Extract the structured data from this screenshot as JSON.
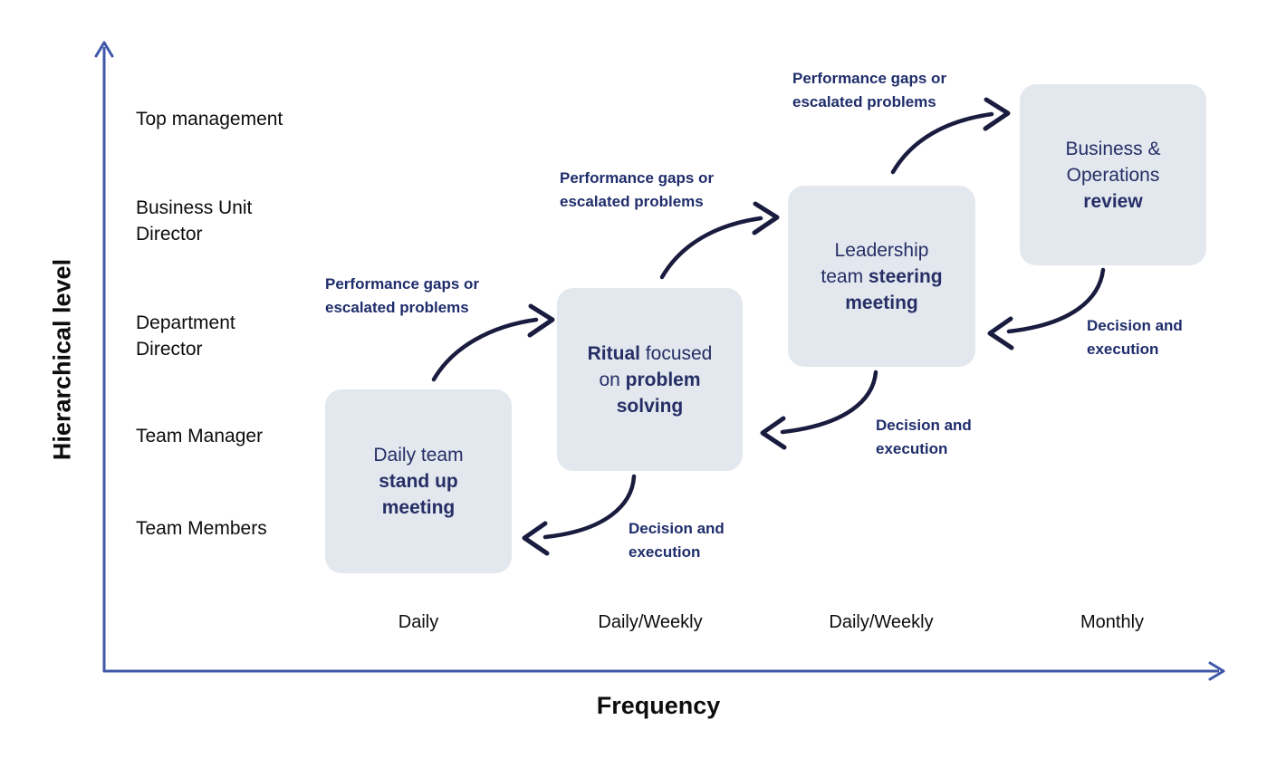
{
  "colors": {
    "box_fill": "#e2e8ee",
    "box_text": "#262e66",
    "annotation_text": "#1f2d6b",
    "arrow": "#191c3e",
    "axis": "#3f57a7",
    "axis_text": "#0d0d0d"
  },
  "y_axis": {
    "title": "Hierarchical level",
    "levels": [
      "Top management",
      "Business Unit\nDirector",
      "Department\nDirector",
      "Team Manager",
      "Team Members"
    ]
  },
  "x_axis": {
    "title": "Frequency",
    "ticks": [
      "Daily",
      "Daily/Weekly",
      "Daily/Weekly",
      "Monthly"
    ]
  },
  "boxes": [
    {
      "id": "daily-team-stand-up-meeting",
      "frequency": "Daily",
      "lines": [
        [
          {
            "t": "Daily team"
          }
        ],
        [
          {
            "t": "stand up",
            "b": true
          }
        ],
        [
          {
            "t": "meeting",
            "b": true
          }
        ]
      ]
    },
    {
      "id": "ritual-problem-solving",
      "frequency": "Daily/Weekly",
      "lines": [
        [
          {
            "t": "Ritual",
            "b": true
          },
          {
            "t": " focused"
          }
        ],
        [
          {
            "t": "on "
          },
          {
            "t": "problem",
            "b": true
          }
        ],
        [
          {
            "t": "solving",
            "b": true
          }
        ]
      ]
    },
    {
      "id": "leadership-steering-meeting",
      "frequency": "Daily/Weekly",
      "lines": [
        [
          {
            "t": "Leadership"
          }
        ],
        [
          {
            "t": "team "
          },
          {
            "t": "steering",
            "b": true
          }
        ],
        [
          {
            "t": "meeting",
            "b": true
          }
        ]
      ]
    },
    {
      "id": "business-operations-review",
      "frequency": "Monthly",
      "lines": [
        [
          {
            "t": "Business &"
          }
        ],
        [
          {
            "t": "Operations"
          }
        ],
        [
          {
            "t": "review",
            "b": true
          }
        ]
      ]
    }
  ],
  "annotations": {
    "escalation": "Performance gaps or\nescalated problems",
    "decision": "Decision and\nexecution"
  }
}
